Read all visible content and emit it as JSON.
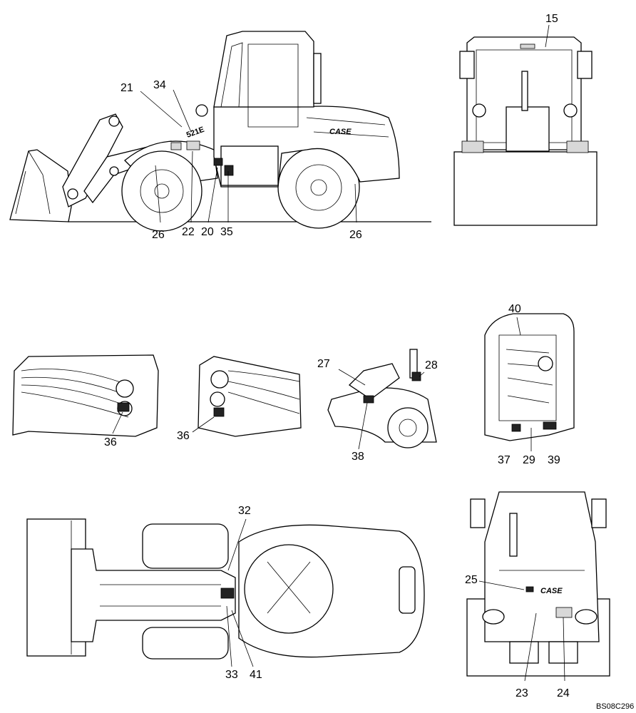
{
  "figure_code": "BS08C296",
  "callouts": [
    {
      "id": "c15",
      "text": "15"
    },
    {
      "id": "c21",
      "text": "21"
    },
    {
      "id": "c34",
      "text": "34"
    },
    {
      "id": "c26a",
      "text": "26"
    },
    {
      "id": "c22",
      "text": "22"
    },
    {
      "id": "c20",
      "text": "20"
    },
    {
      "id": "c35",
      "text": "35"
    },
    {
      "id": "c26b",
      "text": "26"
    },
    {
      "id": "c40",
      "text": "40"
    },
    {
      "id": "c27",
      "text": "27"
    },
    {
      "id": "c28",
      "text": "28"
    },
    {
      "id": "c36a",
      "text": "36"
    },
    {
      "id": "c36b",
      "text": "36"
    },
    {
      "id": "c38",
      "text": "38"
    },
    {
      "id": "c37",
      "text": "37"
    },
    {
      "id": "c29",
      "text": "29"
    },
    {
      "id": "c39",
      "text": "39"
    },
    {
      "id": "c32",
      "text": "32"
    },
    {
      "id": "c25",
      "text": "25"
    },
    {
      "id": "c33",
      "text": "33"
    },
    {
      "id": "c41",
      "text": "41"
    },
    {
      "id": "c23",
      "text": "23"
    },
    {
      "id": "c24",
      "text": "24"
    }
  ],
  "decals": {
    "model_badge": "521E",
    "brand": "CASE"
  }
}
